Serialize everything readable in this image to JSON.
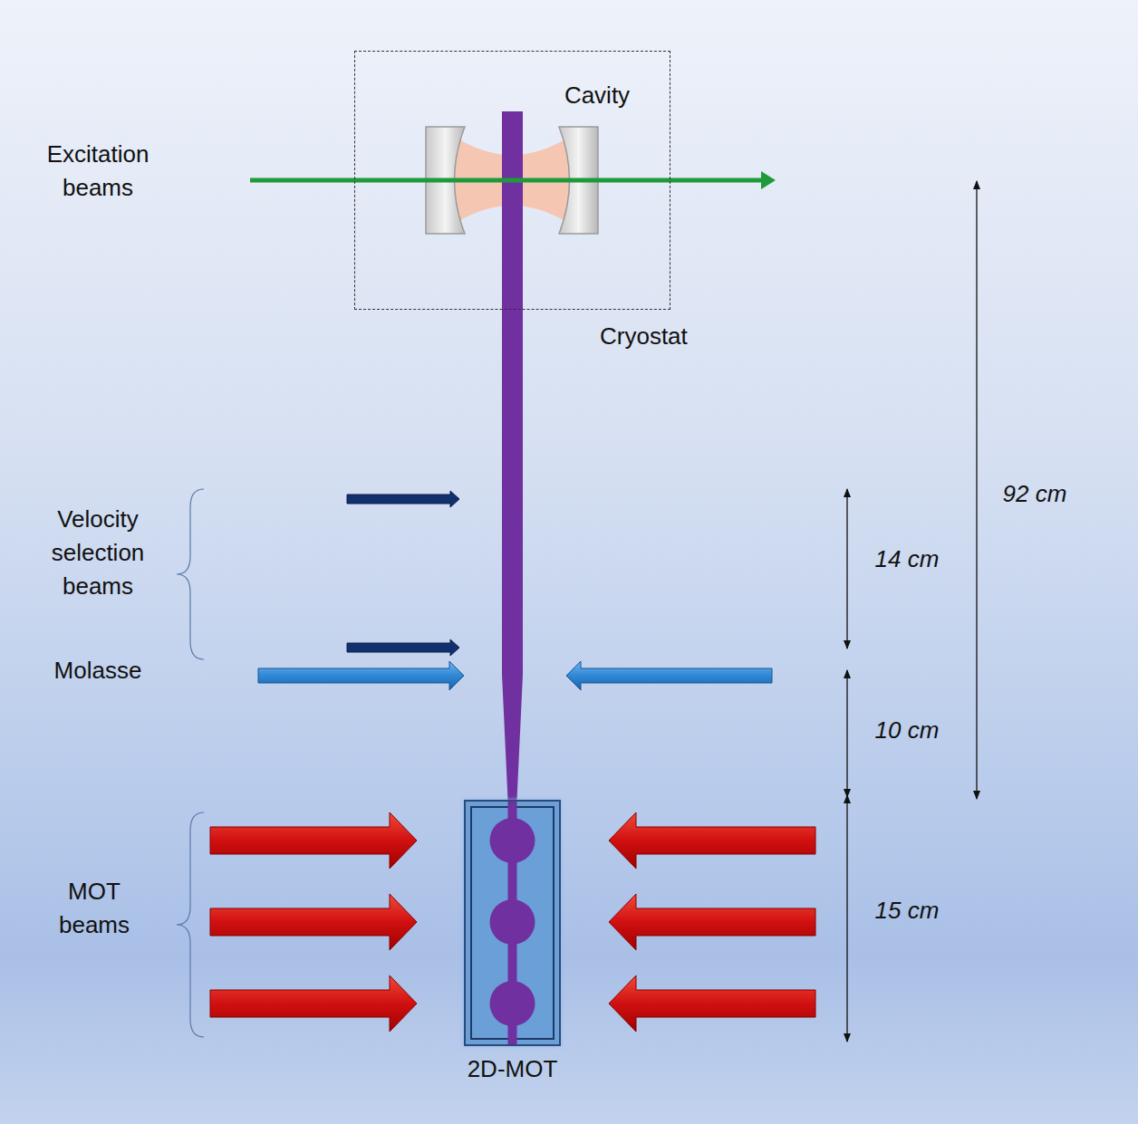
{
  "diagram": {
    "nodes": [
      {
        "text": [
          "Cryostat"
        ]
      },
      {
        "text": [
          "2D-MOT"
        ]
      }
    ],
    "edges": [
      {
        "from": 1,
        "to": 0,
        "arrow": "none"
      }
    ],
    "labels": [
      "Cavity",
      "Excitation beams",
      "Velocity selection beams",
      "Molasse",
      "MOT beams",
      "92 cm",
      "14 cm",
      "10 cm",
      "15 cm"
    ]
  }
}
